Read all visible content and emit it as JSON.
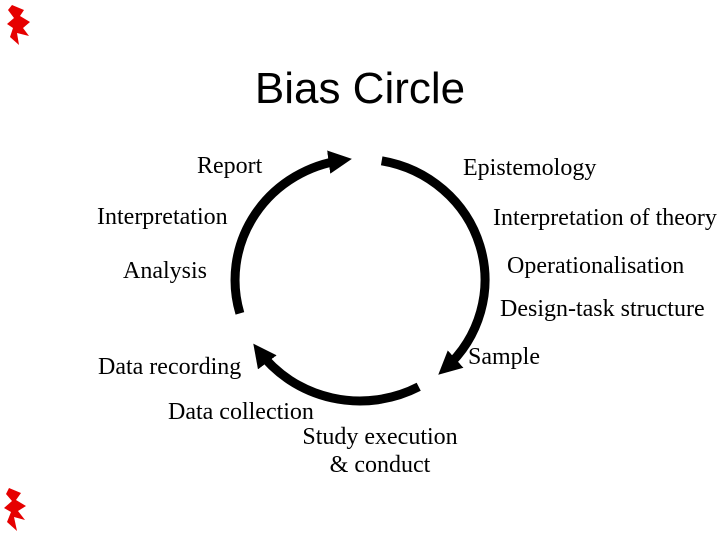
{
  "slide_title": "Bias Circle",
  "labels": [
    {
      "text": "Report"
    },
    {
      "text": "Epistemology"
    },
    {
      "text": "Interpretation"
    },
    {
      "text": "Interpretation of theory"
    },
    {
      "text": "Analysis"
    },
    {
      "text": "Operationalisation"
    },
    {
      "text": "Design-task structure"
    },
    {
      "text": "Sample"
    },
    {
      "text": "Data recording"
    },
    {
      "text": "Data collection"
    },
    {
      "text": "Study execution"
    },
    {
      "text": "& conduct"
    }
  ],
  "diagram": {
    "type": "cycle",
    "direction": "clockwise",
    "arrow_segments": 3,
    "colors": {
      "arrows": "#000000",
      "text": "#000000",
      "background": "#ffffff",
      "corner_marks": "#e60000"
    }
  }
}
